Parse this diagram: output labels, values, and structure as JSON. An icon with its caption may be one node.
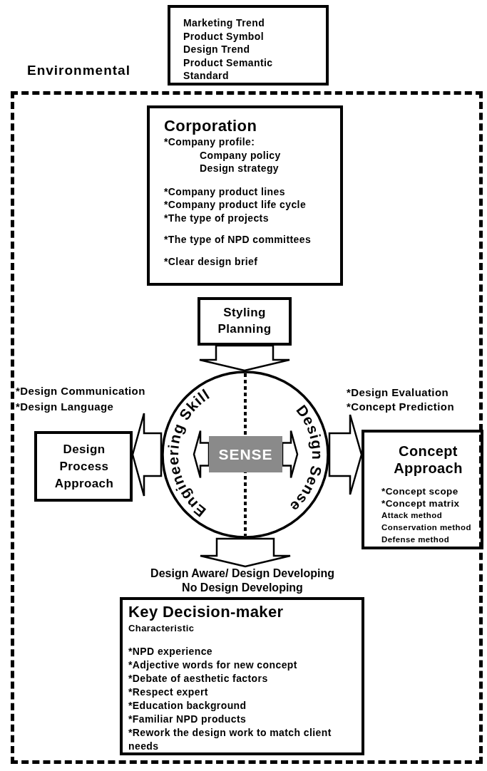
{
  "diagram": {
    "nodes": [
      {
        "text": [
          "Marketing Trend",
          "Product Symbol",
          "Design Trend",
          "Product Semantic",
          "Standard"
        ]
      },
      {
        "text": [
          "Environmental"
        ]
      },
      {
        "text": [
          "Corporation",
          "*Company profile:",
          "Company policy",
          "Design strategy",
          "*Company product lines",
          "*Company product life cycle",
          "*The type of projects",
          "*The type of NPD committees",
          "*Clear design brief"
        ],
        "in": 1
      },
      {
        "text": [
          "Styling Planning"
        ],
        "in": 1
      },
      {
        "text": [
          "Engineering Skill",
          "Design Sense"
        ],
        "in": 1
      },
      {
        "text": [
          "SENSE"
        ],
        "in": 4
      },
      {
        "text": [
          "Design Process Approach"
        ],
        "in": 1,
        "beside": [
          "*Design Communication",
          "*Design Language"
        ]
      },
      {
        "text": [
          "Concept Approach",
          "*Concept scope",
          "*Concept matrix",
          "Attack method",
          "Conservation method",
          "Defense method"
        ],
        "in": 1,
        "beside": [
          "*Design Evaluation",
          "*Concept Prediction"
        ]
      },
      {
        "text": [
          "Design Aware/ Design Developing No Design Developing"
        ],
        "in": 1
      },
      {
        "text": [
          "Key Decision-maker",
          "Characteristic",
          "*NPD experience",
          "*Adjective words for new concept",
          "*Debate of aesthetic factors",
          "*Respect expert",
          "*Education background",
          "*Familiar NPD products",
          "*Rework the design work to match client needs"
        ],
        "in": 1
      }
    ],
    "edges": [
      {
        "from": 3,
        "to": 4,
        "arrow": "to"
      },
      {
        "from": 4,
        "to": 6,
        "arrow": "to"
      },
      {
        "from": 4,
        "to": 7,
        "arrow": "to"
      },
      {
        "from": 4,
        "to": 8,
        "arrow": "to"
      },
      {
        "from": 5,
        "to": null,
        "arrow": "to"
      },
      {
        "from": 5,
        "to": null,
        "arrow": "to"
      }
    ]
  }
}
